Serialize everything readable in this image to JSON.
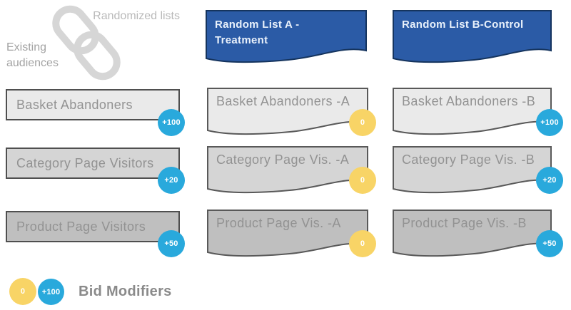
{
  "annotations": {
    "existing_audiences": "Existing audiences",
    "randomized_lists": "Randomized lists",
    "chain_icon": "chain-link-icon"
  },
  "headers": {
    "treatment": "Random List A - Treatment",
    "control": "Random List B-Control"
  },
  "rows": [
    {
      "audience": "Basket Abandoners",
      "audience_badge": "+100",
      "treatment": "Basket Abandoners -A",
      "treatment_badge": "0",
      "control": "Basket Abandoners -B",
      "control_badge": "+100",
      "fill": "#eaeaea"
    },
    {
      "audience": "Category Page Visitors",
      "audience_badge": "+20",
      "treatment": "Category Page Vis. -A",
      "treatment_badge": "0",
      "control": "Category Page Vis. -B",
      "control_badge": "+20",
      "fill": "#d5d5d5"
    },
    {
      "audience": "Product Page Visitors",
      "audience_badge": "+50",
      "treatment": "Product Page Vis. -A",
      "treatment_badge": "0",
      "control": "Product Page Vis. -B",
      "control_badge": "+50",
      "fill": "#bfbfbf"
    }
  ],
  "legend": {
    "label": "Bid Modifiers",
    "yellow_badge": "0",
    "cyan_badge": "+100"
  },
  "colors": {
    "header_blue": "#2b5ba6",
    "header_border": "#15345e",
    "badge_cyan": "#29a9dc",
    "badge_yellow": "#f8d466",
    "shape_border": "#595959",
    "chain_gray": "#d6d6d6"
  }
}
